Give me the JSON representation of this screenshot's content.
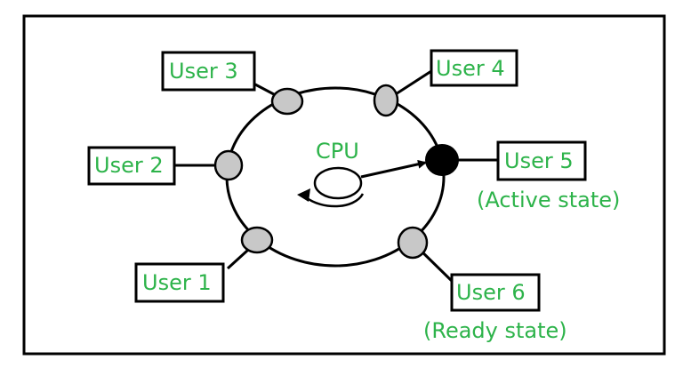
{
  "center_label": "CPU",
  "users": [
    {
      "id": "user-1",
      "label": "User 1",
      "state": ""
    },
    {
      "id": "user-2",
      "label": "User 2",
      "state": ""
    },
    {
      "id": "user-3",
      "label": "User 3",
      "state": ""
    },
    {
      "id": "user-4",
      "label": "User 4",
      "state": ""
    },
    {
      "id": "user-5",
      "label": "User 5",
      "state": "(Active state)"
    },
    {
      "id": "user-6",
      "label": "User 6",
      "state": "(Ready state)"
    }
  ],
  "active_user": "User 5",
  "colors": {
    "label_text": "#2db34a",
    "node_idle": "#c8c8c8",
    "node_active": "#000000",
    "stroke": "#000000"
  }
}
